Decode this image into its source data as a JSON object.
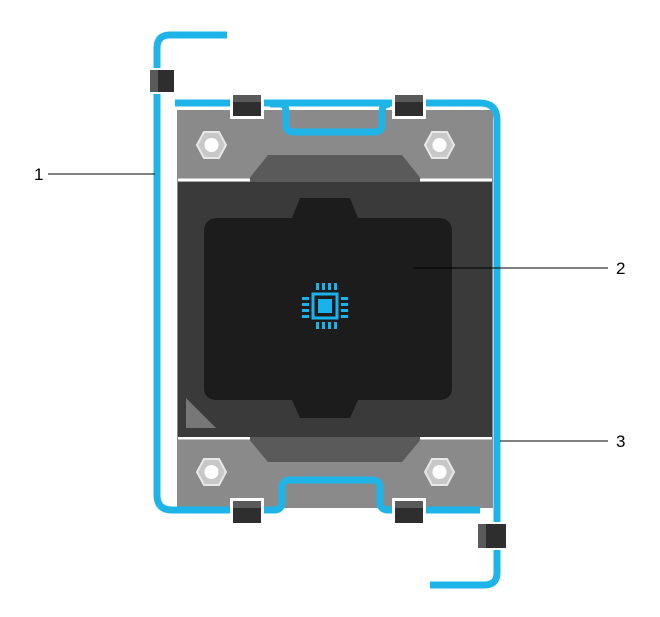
{
  "callouts": [
    {
      "id": "1",
      "label": "1"
    },
    {
      "id": "2",
      "label": "2"
    },
    {
      "id": "3",
      "label": "3"
    }
  ],
  "colors": {
    "wire": "#1fb4e8",
    "frame": "#8a8a8a",
    "frame_dark": "#6e6e6e",
    "socket_body": "#3a3a3a",
    "processor": "#1c1c1c",
    "clip": "#2e2e2e",
    "nut": "#c8c8c8",
    "chip_icon": "#19b3ec"
  },
  "icons": {
    "processor": "chip-icon"
  }
}
